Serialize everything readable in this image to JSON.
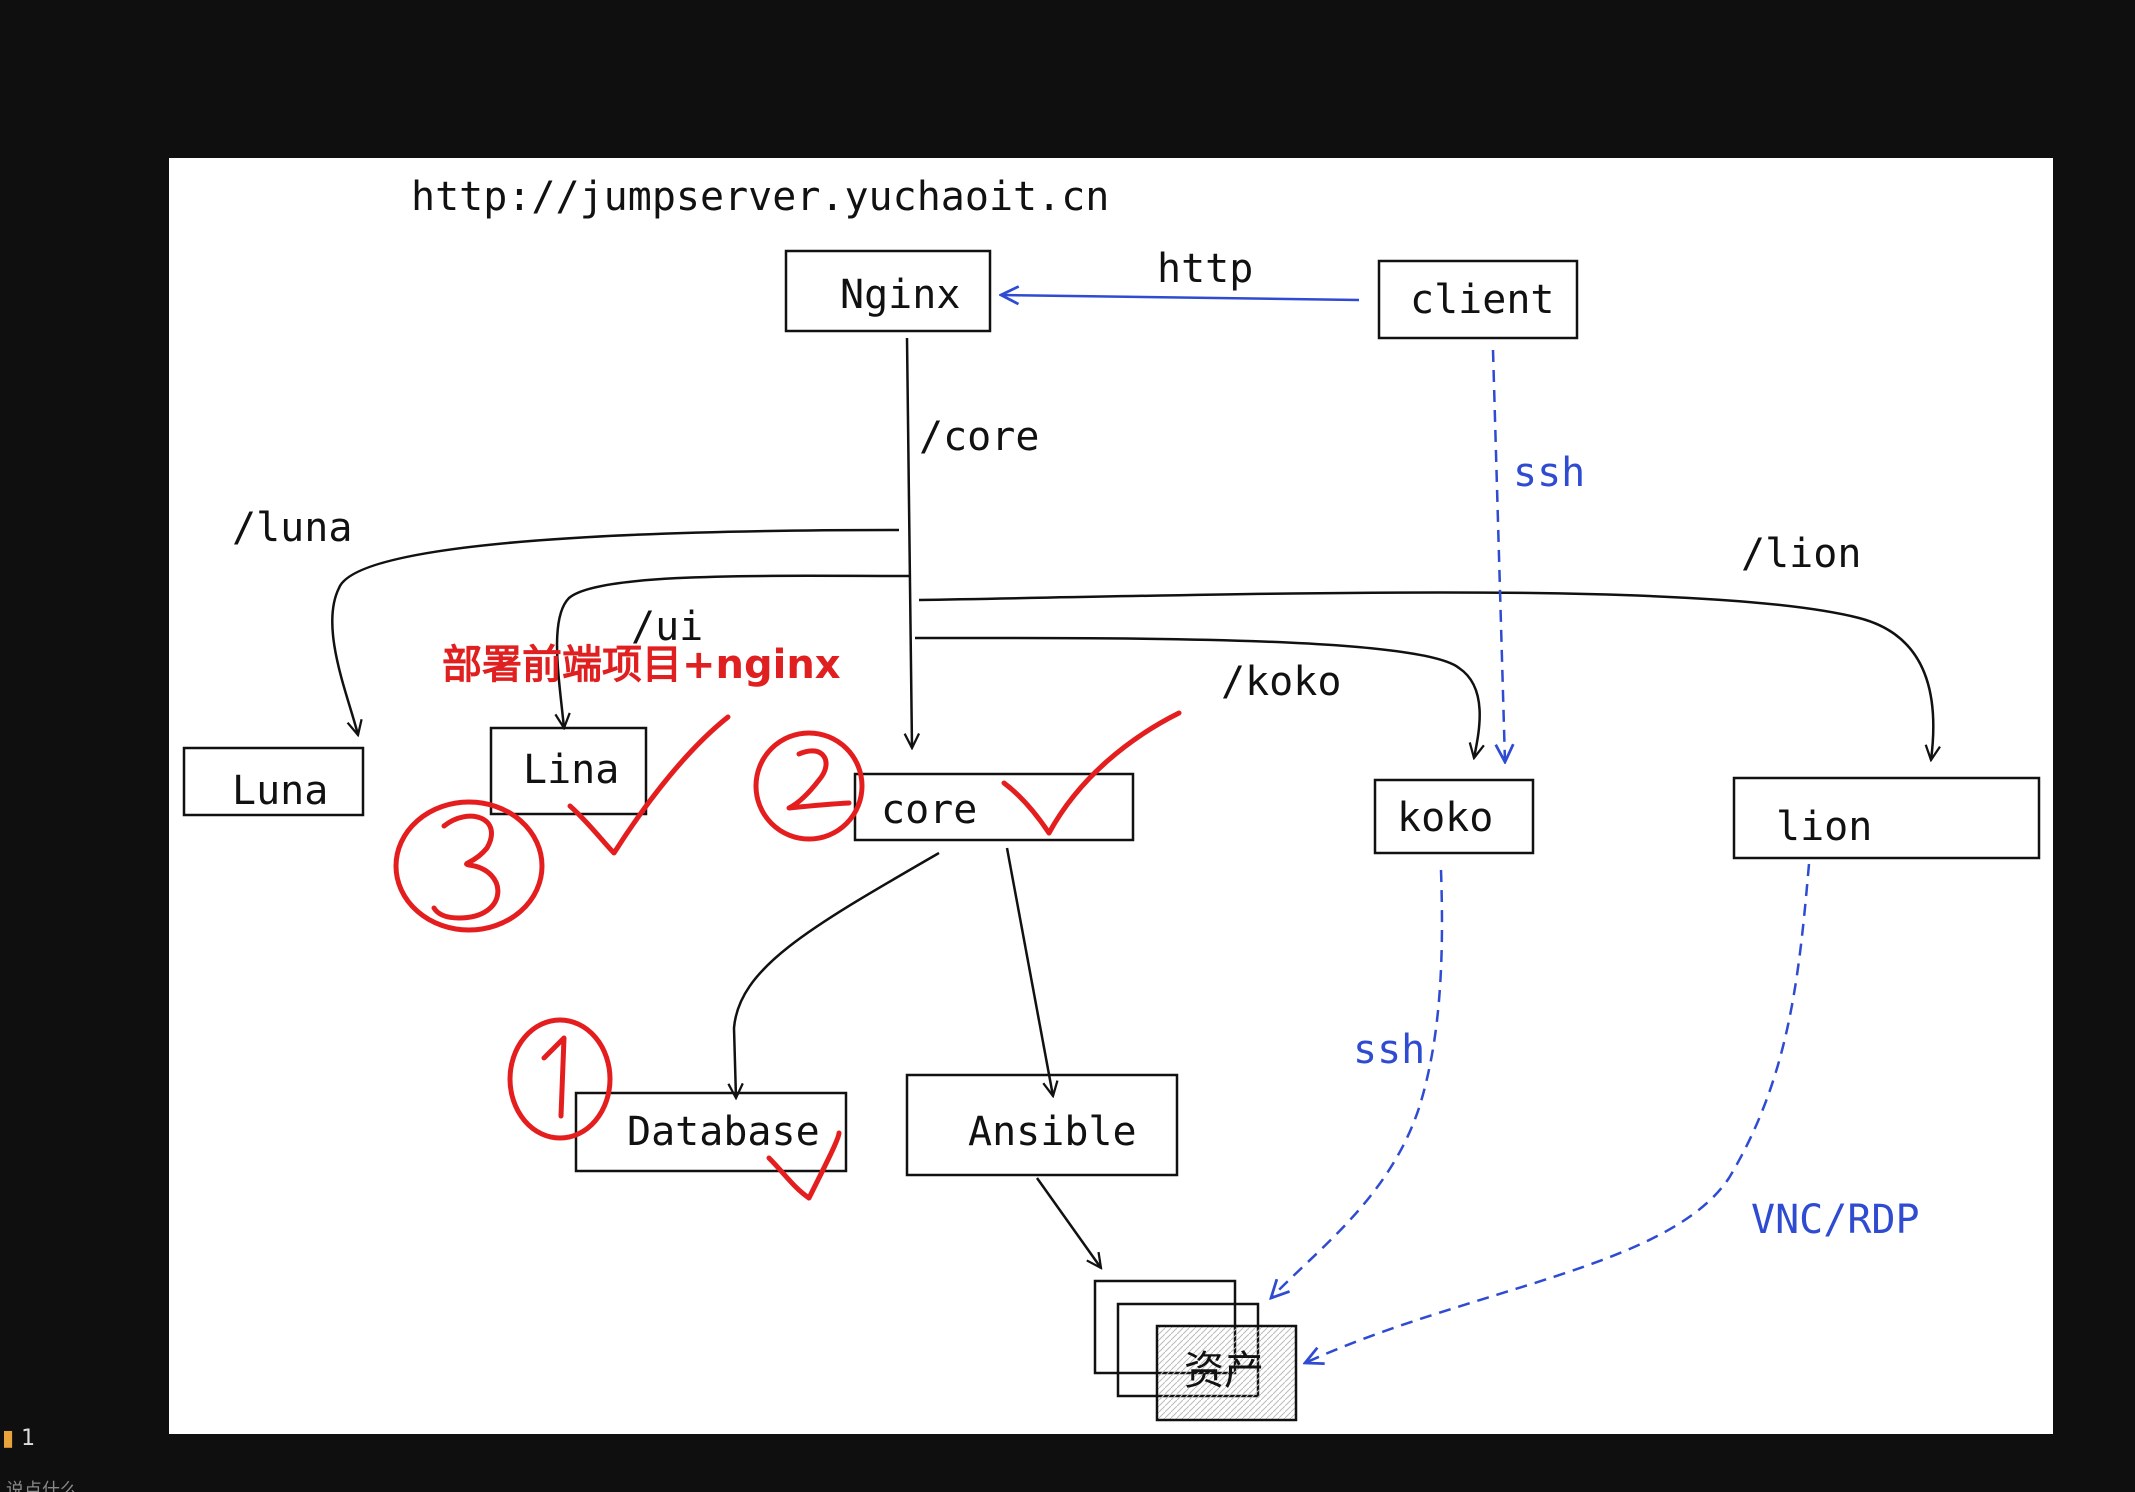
{
  "diagram": {
    "url": "http://jumpserver.yuchaoit.cn",
    "nodes": {
      "nginx": "Nginx",
      "client": "client",
      "luna": "Luna",
      "lina": "Lina",
      "core": "core",
      "koko": "koko",
      "lion": "lion",
      "database": "Database",
      "ansible": "Ansible",
      "asset": "资产"
    },
    "edges": {
      "http": "http",
      "core_path": "/core",
      "luna_path": "/luna",
      "ui_path": "/ui",
      "koko_path": "/koko",
      "lion_path": "/lion",
      "ssh_client": "ssh",
      "ssh_koko": "ssh",
      "vnc_rdp": "VNC/RDP"
    },
    "annotations": {
      "deploy_note": "部署前端项目+nginx",
      "step_1": "1",
      "step_2": "2",
      "step_3": "3"
    }
  },
  "side": {
    "count_label": "1",
    "partial_text": "说点什么"
  },
  "colors": {
    "background": "#0f0f0f",
    "canvas": "#ffffff",
    "ink": "#111111",
    "blue": "#2e4bd1",
    "red": "#e41e1e"
  }
}
